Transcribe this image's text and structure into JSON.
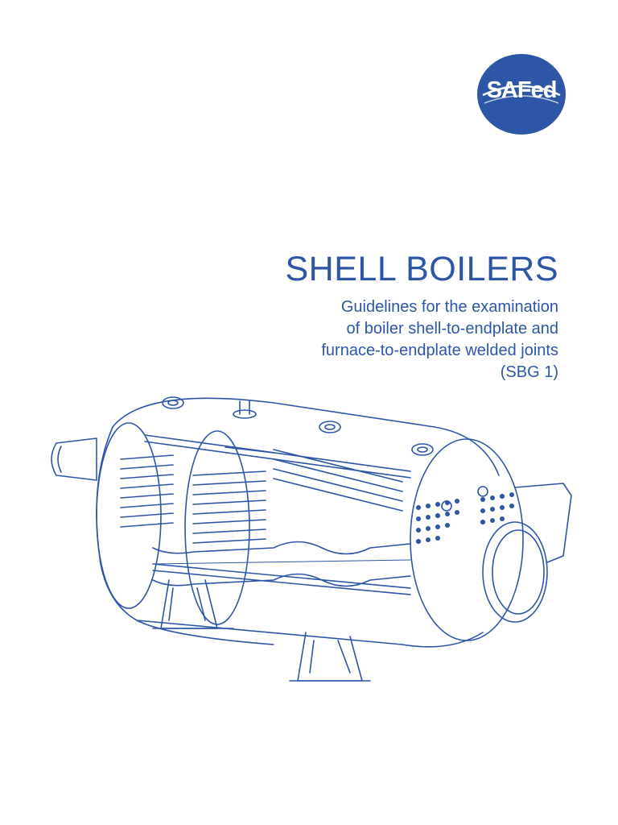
{
  "logo": {
    "text": "SAFed"
  },
  "title": "SHELL BOILERS",
  "subtitle": [
    "Guidelines for the examination",
    "of boiler shell-to-endplate and",
    "furnace-to-endplate welded joints",
    "(SBG 1)"
  ],
  "colors": {
    "brand": "#2e56a6",
    "line": "#2e56a6",
    "background": "#ffffff"
  }
}
